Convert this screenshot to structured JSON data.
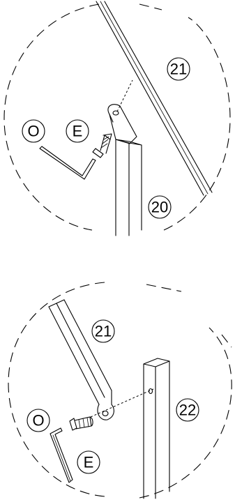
{
  "diagram": {
    "colors": {
      "line": "#000000",
      "background": "#ffffff"
    },
    "step_top": {
      "labels": {
        "bar_upper": "21",
        "bar_lower": "20",
        "tool": "O",
        "screw": "E"
      }
    },
    "step_bottom": {
      "labels": {
        "bar_upper": "21",
        "bar_post": "22",
        "tool": "O",
        "screw": "E"
      }
    }
  }
}
